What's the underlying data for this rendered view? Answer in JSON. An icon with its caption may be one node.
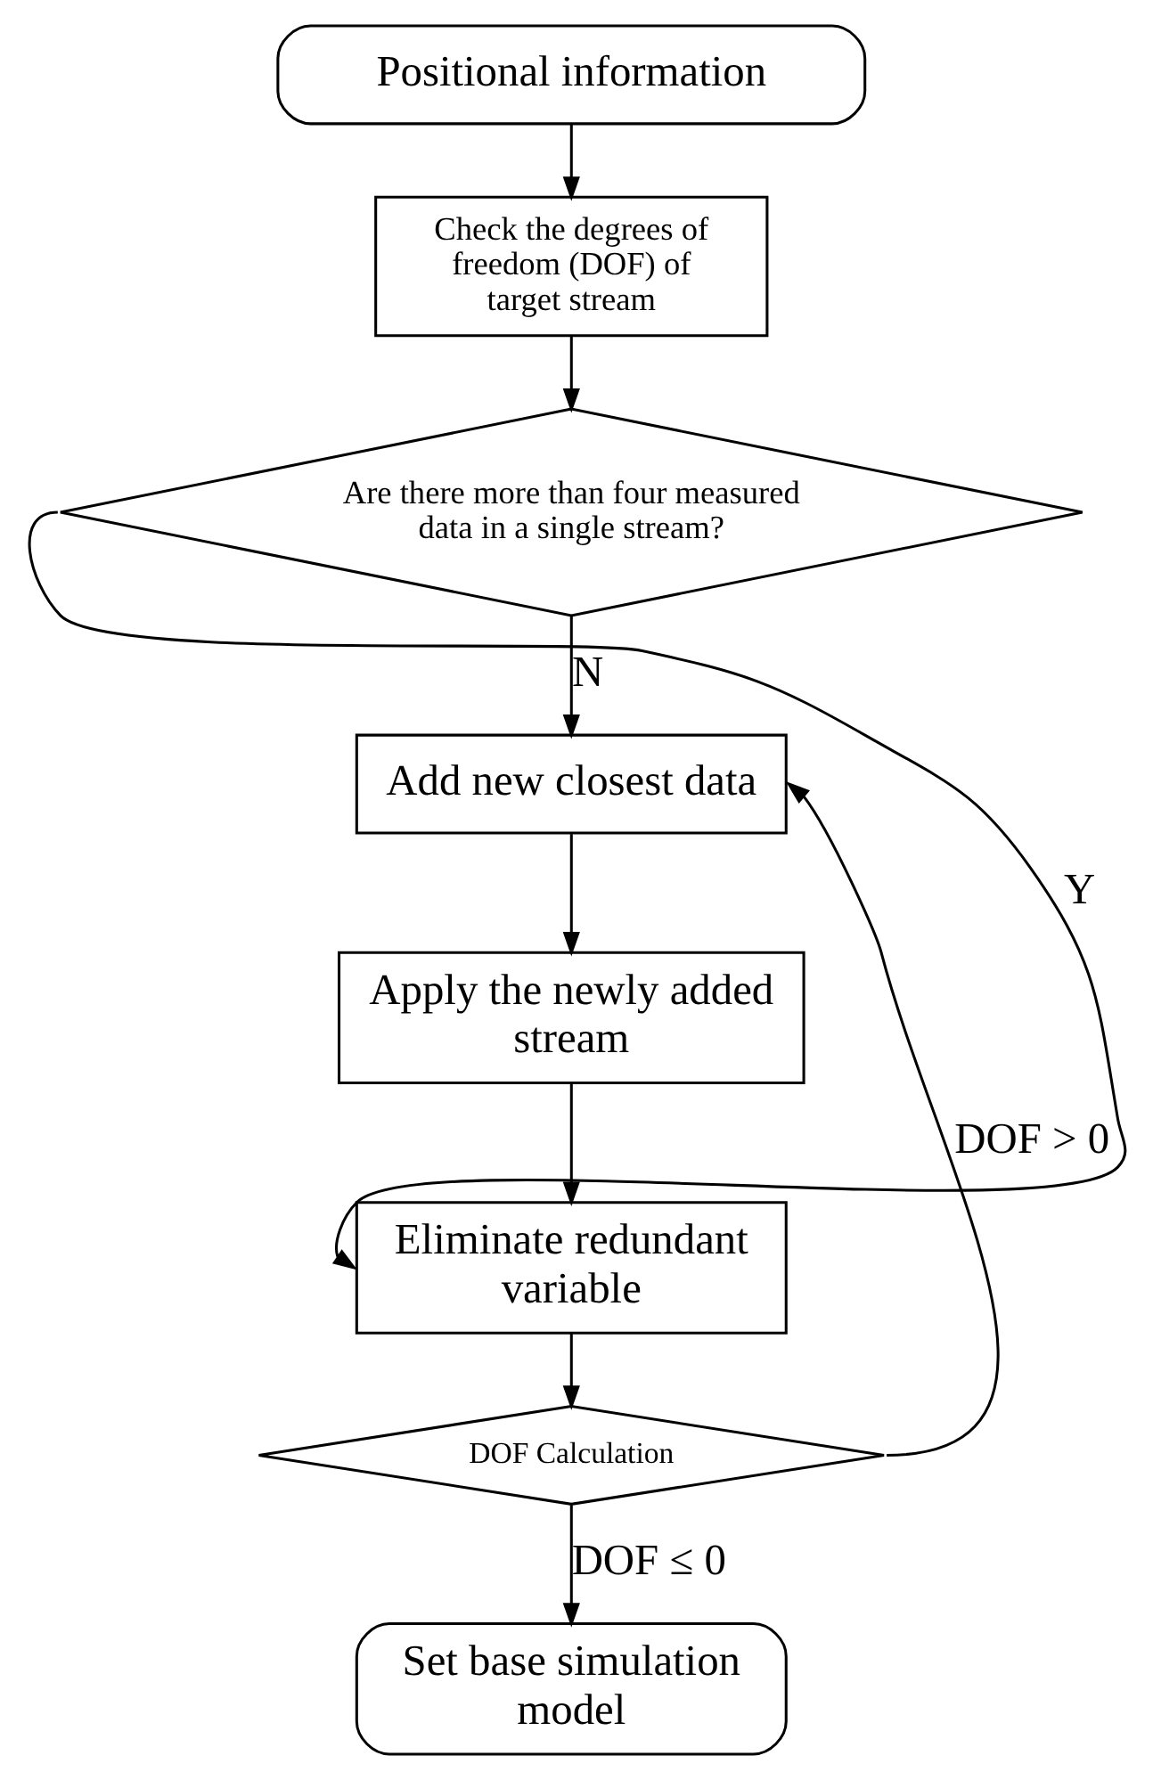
{
  "diagram": {
    "nodes": [
      {
        "text": [
          "Positional information"
        ]
      },
      {
        "text": [
          "Check the degrees of freedom (DOF) of target stream"
        ]
      },
      {
        "text": [
          "Are there more than four measured data in a single stream?"
        ]
      },
      {
        "text": [
          "Add new closest data"
        ]
      },
      {
        "text": [
          "Apply the newly added stream"
        ]
      },
      {
        "text": [
          "Eliminate redundant variable"
        ]
      },
      {
        "text": [
          "DOF Calculation"
        ]
      },
      {
        "text": [
          "Set base simulation model"
        ]
      }
    ],
    "edges": [
      {
        "from": 0,
        "to": 1,
        "arrow": "to"
      },
      {
        "from": 1,
        "to": 2,
        "arrow": "to"
      },
      {
        "from": 2,
        "to": 3,
        "arrow": "to",
        "label": "N"
      },
      {
        "from": 3,
        "to": 4,
        "arrow": "to"
      },
      {
        "from": 4,
        "to": 5,
        "arrow": "to"
      },
      {
        "from": 2,
        "to": 5,
        "arrow": "to",
        "label": "Y"
      },
      {
        "from": 5,
        "to": 6,
        "arrow": "to"
      },
      {
        "from": 6,
        "to": 3,
        "arrow": "to",
        "label": "DOF > 0"
      },
      {
        "from": 6,
        "to": 7,
        "arrow": "to",
        "label": "DOF ≤ 0"
      }
    ]
  }
}
